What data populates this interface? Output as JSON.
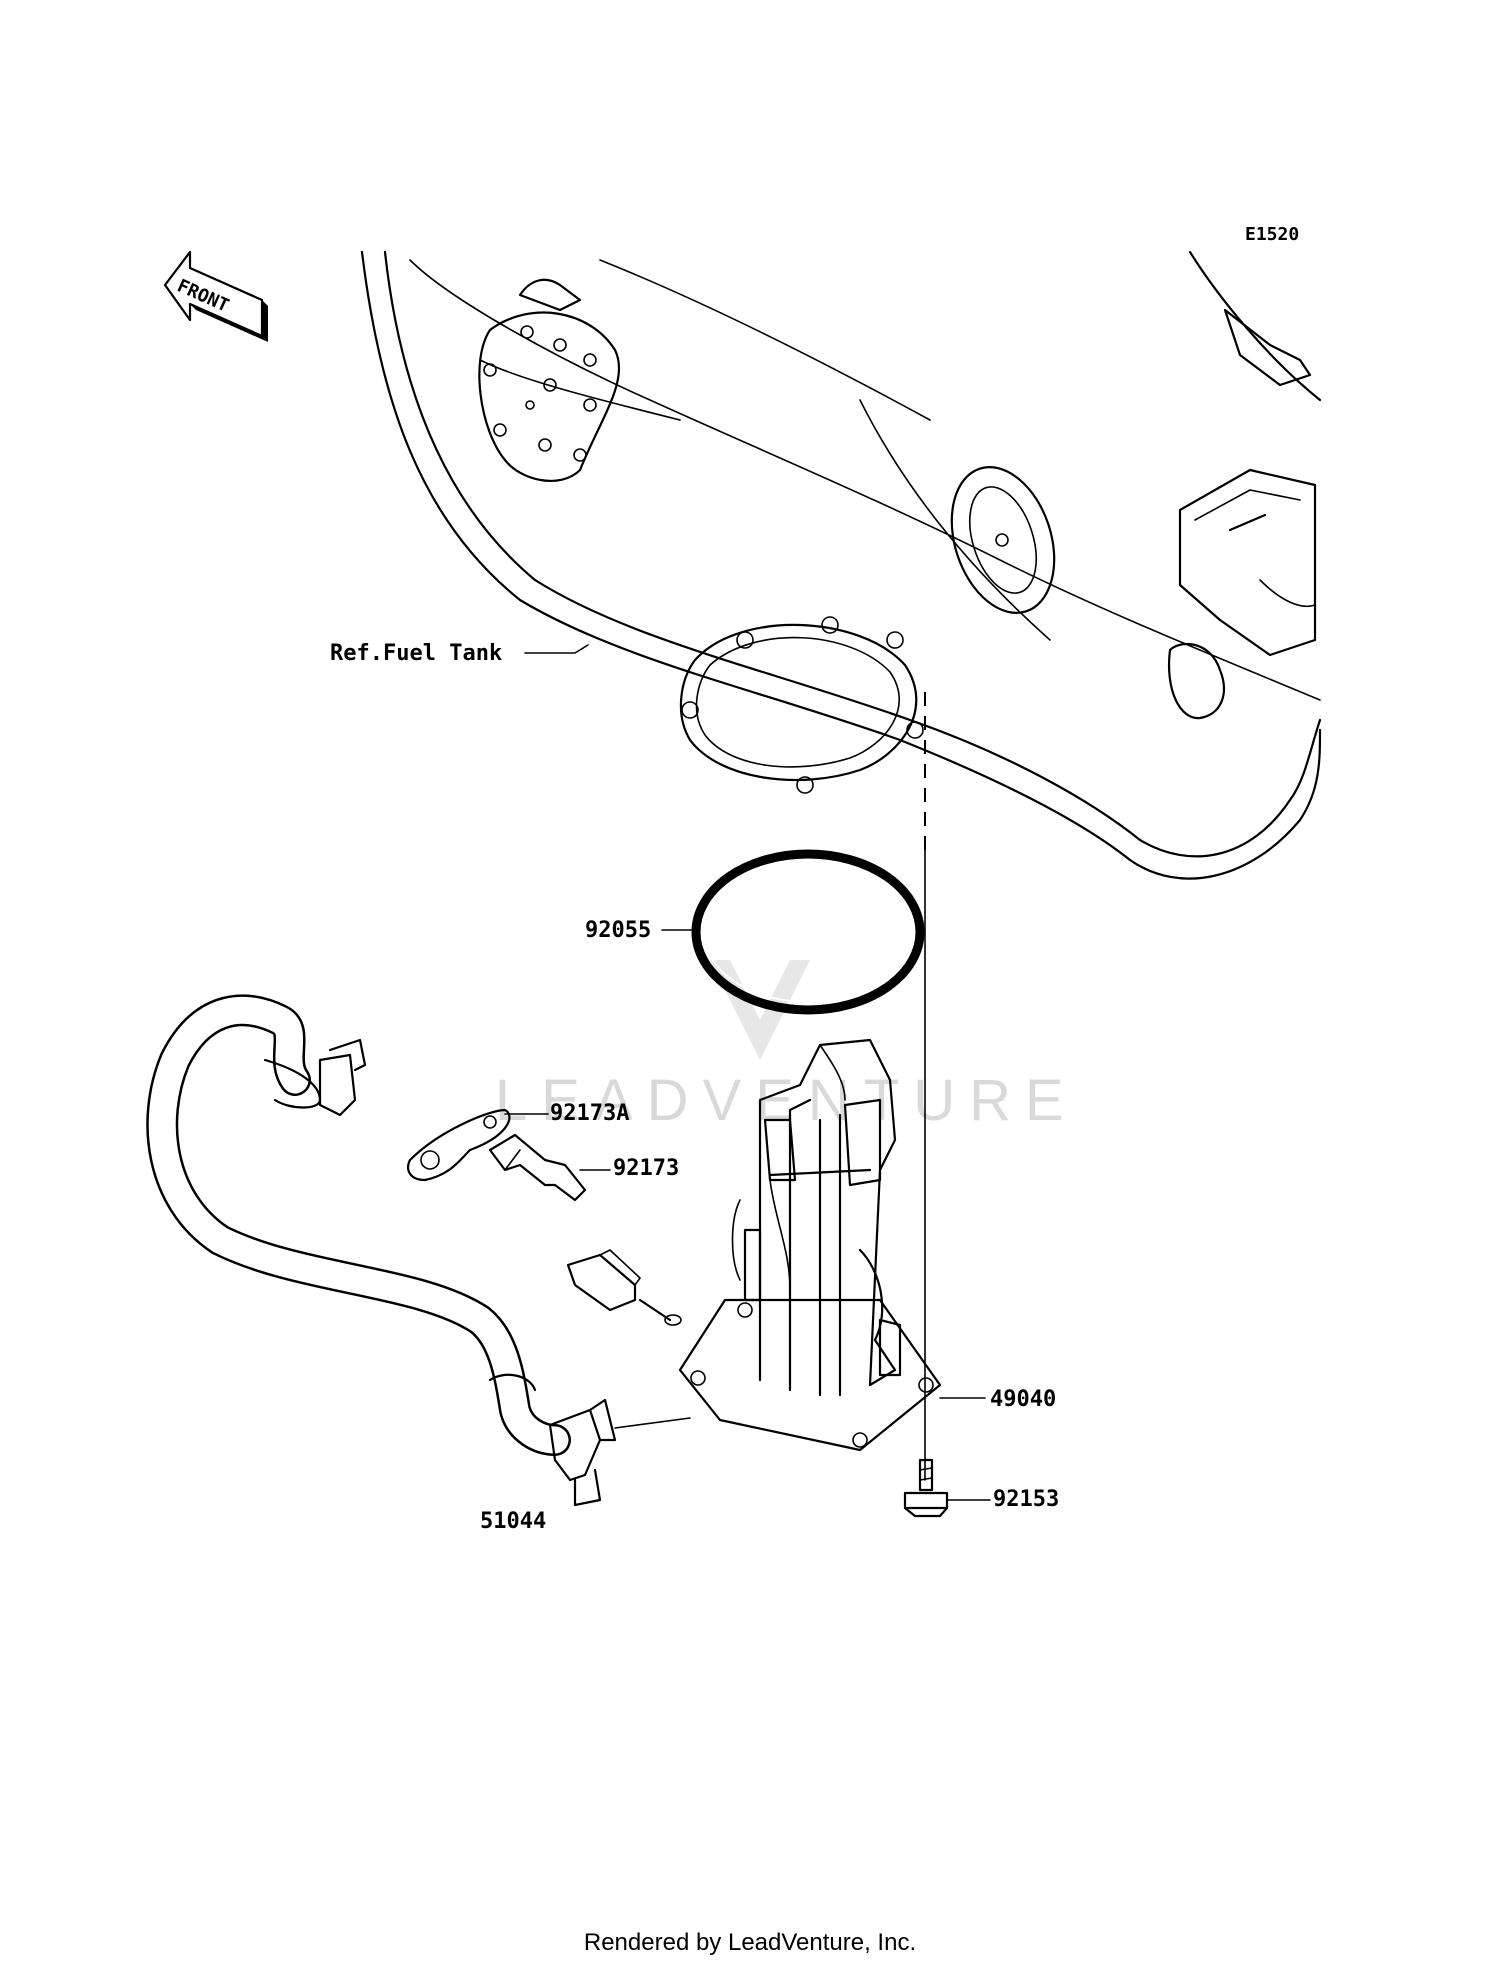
{
  "diagram_code": "E1520",
  "front_arrow_label": "FRONT",
  "ref_fuel_tank": "Ref.Fuel Tank",
  "parts": {
    "gasket": "92055",
    "plate": "92173A",
    "clamp": "92173",
    "fuel_pump": "49040",
    "bolt": "92153",
    "hose": "51044"
  },
  "watermark": "LEADVENTURE",
  "footer": "Rendered by LeadVenture, Inc."
}
